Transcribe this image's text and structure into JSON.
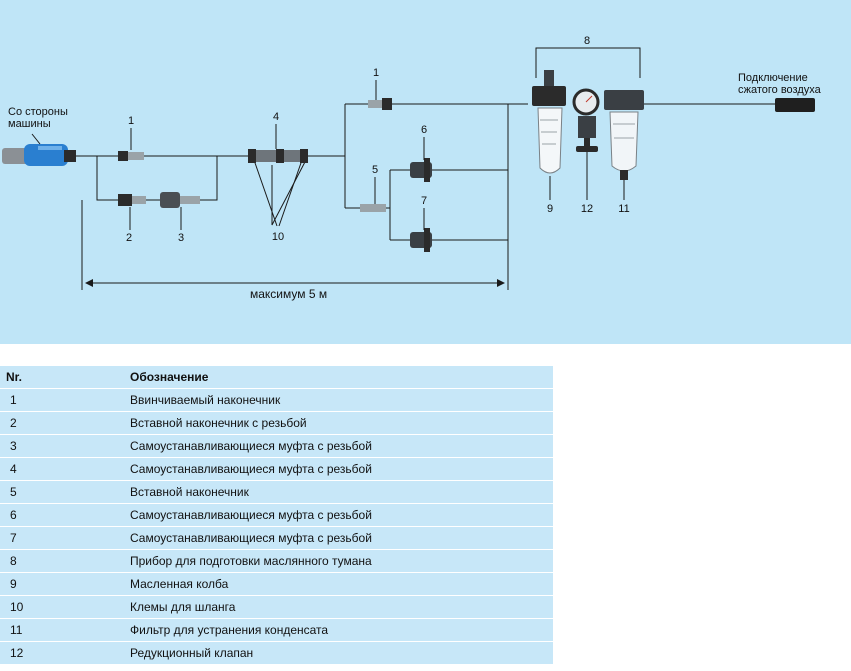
{
  "diagram": {
    "label_machine_side": [
      "Со стороны",
      "машины"
    ],
    "label_air_supply": [
      "Подключение",
      "сжатого воздуха"
    ],
    "label_max_length": "максимум 5 м",
    "callouts": {
      "n1a": "1",
      "n1b": "1",
      "n2": "2",
      "n3": "3",
      "n4": "4",
      "n5": "5",
      "n6": "6",
      "n7": "7",
      "n8": "8",
      "n9": "9",
      "n10": "10",
      "n11": "11",
      "n12": "12"
    },
    "colors": {
      "background": "#bfe5f7",
      "line": "#1a1a1a",
      "tool_blue": "#2a7fd0",
      "fitting_dark": "#2b2b2b",
      "fitting_metal": "#9aa3a8"
    }
  },
  "table": {
    "headers": {
      "nr": "Nr.",
      "name": "Обозначение"
    },
    "rows": [
      {
        "nr": "1",
        "name": "Ввинчиваемый наконечник"
      },
      {
        "nr": "2",
        "name": "Вставной наконечник с резьбой"
      },
      {
        "nr": "3",
        "name": "Самоустанавливающиеся муфта с резьбой"
      },
      {
        "nr": "4",
        "name": "Самоустанавливающиеся муфта с резьбой"
      },
      {
        "nr": "5",
        "name": "Вставной наконечник"
      },
      {
        "nr": "6",
        "name": "Самоустанавливающиеся муфта с резьбой"
      },
      {
        "nr": "7",
        "name": "Самоустанавливающиеся муфта с резьбой"
      },
      {
        "nr": "8",
        "name": "Прибор для подготовки маслянного тумана"
      },
      {
        "nr": "9",
        "name": "Масленная колба"
      },
      {
        "nr": "10",
        "name": "Клемы для шланга"
      },
      {
        "nr": "11",
        "name": "Фильтр для устранения конденсата"
      },
      {
        "nr": "12",
        "name": "Редукционный клапан"
      }
    ],
    "row_bg": "#c7e7f8"
  }
}
